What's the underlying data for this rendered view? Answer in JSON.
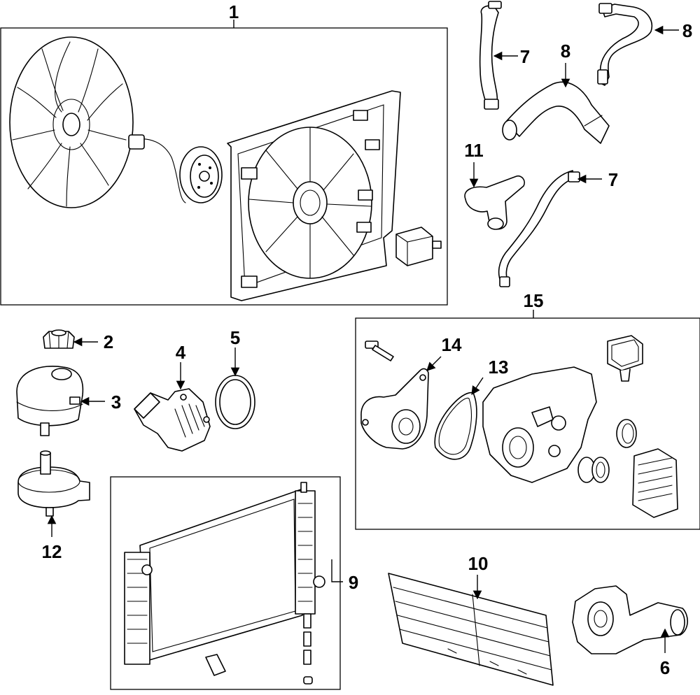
{
  "diagram": {
    "callouts": [
      {
        "id": "c1",
        "label": "1"
      },
      {
        "id": "c2",
        "label": "2"
      },
      {
        "id": "c3",
        "label": "3"
      },
      {
        "id": "c4",
        "label": "4"
      },
      {
        "id": "c5",
        "label": "5"
      },
      {
        "id": "c6",
        "label": "6"
      },
      {
        "id": "c7a",
        "label": "7"
      },
      {
        "id": "c7b",
        "label": "7"
      },
      {
        "id": "c8a",
        "label": "8"
      },
      {
        "id": "c8b",
        "label": "8"
      },
      {
        "id": "c9",
        "label": "9"
      },
      {
        "id": "c10",
        "label": "10"
      },
      {
        "id": "c11",
        "label": "11"
      },
      {
        "id": "c12",
        "label": "12"
      },
      {
        "id": "c13",
        "label": "13"
      },
      {
        "id": "c14",
        "label": "14"
      },
      {
        "id": "c15",
        "label": "15"
      }
    ]
  }
}
